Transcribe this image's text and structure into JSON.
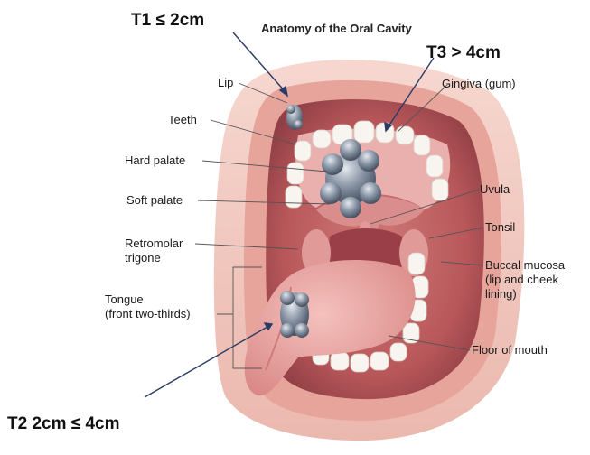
{
  "title": "Anatomy of the Oral Cavity",
  "stages": {
    "t1": "T1  ≤ 2cm",
    "t2": "T2 2cm ≤ 4cm",
    "t3": "T3  > 4cm"
  },
  "labels": {
    "lip": "Lip",
    "teeth": "Teeth",
    "hard_palate": "Hard palate",
    "soft_palate": "Soft palate",
    "retromolar_1": "Retromolar",
    "retromolar_2": "trigone",
    "tongue_1": "Tongue",
    "tongue_2": "(front two-thirds)",
    "gingiva": "Gingiva (gum)",
    "uvula": "Uvula",
    "tonsil": "Tonsil",
    "buccal_1": "Buccal mucosa",
    "buccal_2": "(lip and cheek",
    "buccal_3": "lining)",
    "floor": "Floor of mouth"
  },
  "colors": {
    "lip_outer": "#f2c9c0",
    "lip_inner": "#e7a9a0",
    "cavity": "#b8575a",
    "palate": "#e9a7a6",
    "tongue": "#e7a3a0",
    "teeth": "#f7f3ee",
    "tumor": "#6f7b8d",
    "leader": "#555555",
    "arrow": "#2a3b66"
  }
}
